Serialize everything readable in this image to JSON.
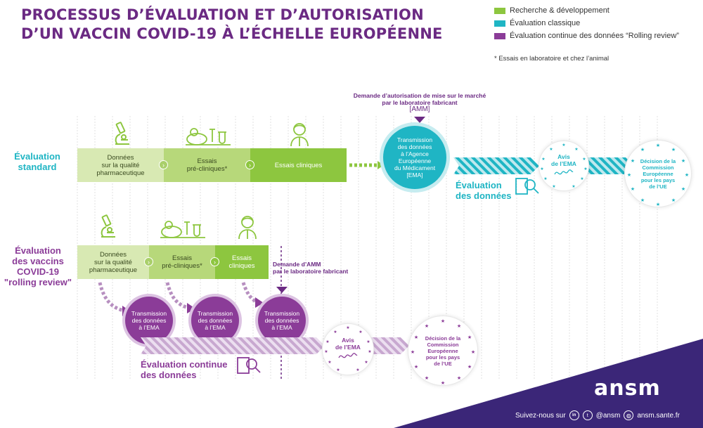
{
  "title": {
    "line1": "PROCESSUS D’ÉVALUATION ET D’AUTORISATION",
    "line2": "D’UN VACCIN COVID-19 À L’ÉCHELLE EUROPÉENNE"
  },
  "legend": [
    {
      "label": "Recherche & développement",
      "color": "#8dc63f"
    },
    {
      "label": "Évaluation classique",
      "color": "#1fb5c4"
    },
    {
      "label": "Évaluation continue des données “Rolling review”",
      "color": "#8b3c98"
    }
  ],
  "footnote": "* Essais en laboratoire et chez l’animal",
  "standard": {
    "label_line1": "Évaluation",
    "label_line2": "standard",
    "segments": [
      {
        "line1": "Données",
        "line2": "sur la qualité",
        "line3": "pharmaceutique"
      },
      {
        "line1": "Essais",
        "line2": "pré-cliniques*"
      },
      {
        "line1": "Essais cliniques"
      }
    ],
    "amm_note_line1": "Demande d’autorisation de mise sur le marché",
    "amm_note_line2": "par le laboratoire fabricant",
    "amm_note_line3": "[AMM]",
    "transmission": [
      "Transmission",
      "des données",
      "à l’Agence",
      "Européenne",
      "du Médicament",
      "[EMA]"
    ],
    "eval_line1": "Évaluation",
    "eval_line2": "des données",
    "avis": [
      "Avis",
      "de l’EMA"
    ],
    "decision": [
      "Décision de la",
      "Commission",
      "Européenne",
      "pour les pays",
      "de l’UE"
    ]
  },
  "rolling": {
    "label_line1": "Évaluation",
    "label_line2": "des vaccins",
    "label_line3": "COVID-19",
    "label_line4": "\"rolling review\"",
    "segments": [
      {
        "line1": "Données",
        "line2": "sur la qualité",
        "line3": "pharmaceutique"
      },
      {
        "line1": "Essais",
        "line2": "pré-cliniques*"
      },
      {
        "line1": "Essais",
        "line2": "cliniques"
      }
    ],
    "amm_note_line1": "Demande d’AMM",
    "amm_note_line2": "par le laboratoire fabricant",
    "transmission": [
      "Transmission",
      "des données",
      "à l’EMA"
    ],
    "eval_line1": "Évaluation continue",
    "eval_line2": "des données",
    "avis": [
      "Avis",
      "de l’EMA"
    ],
    "decision": [
      "Décision de la",
      "Commission",
      "Européenne",
      "pour les pays",
      "de l’UE"
    ]
  },
  "footer": {
    "logo": "ansm",
    "follow": "Suivez-nous sur",
    "handle": "@ansm",
    "site": "ansm.sante.fr"
  },
  "icons": [
    "microscope-icon",
    "lab-icon",
    "doctor-icon",
    "magnifier-document-icon",
    "linkedin-icon",
    "twitter-icon",
    "globe-icon"
  ]
}
